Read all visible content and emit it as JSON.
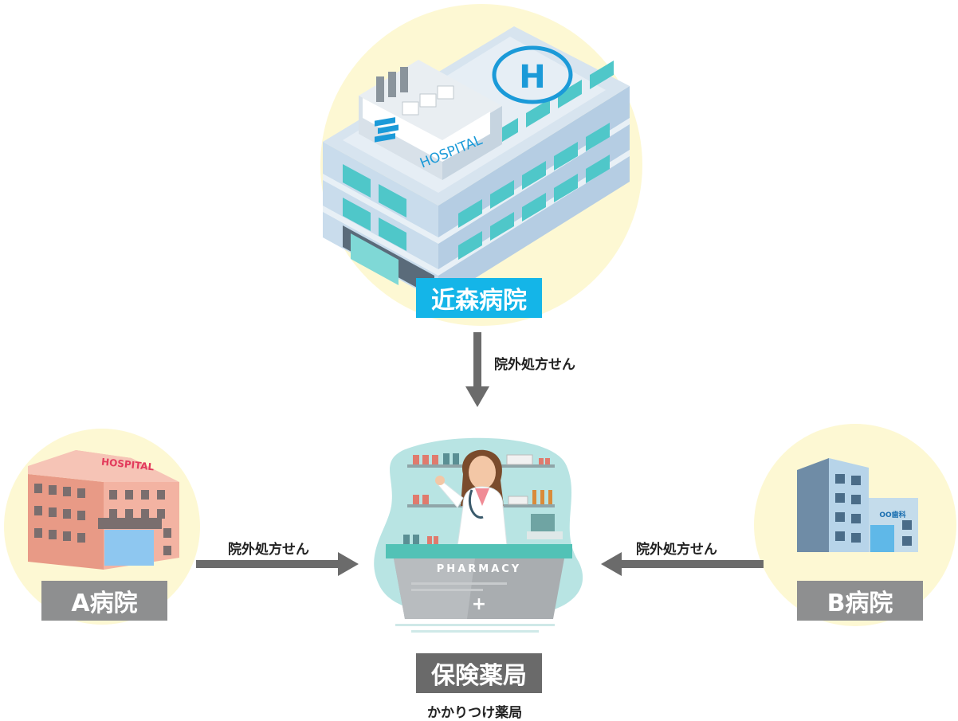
{
  "main_hospital": {
    "label": "近森病院",
    "sign": "HOSPITAL"
  },
  "hospital_a": {
    "label": "A病院",
    "sign": "HOSPITAL"
  },
  "hospital_b": {
    "label": "B病院",
    "sign": "OO歯科"
  },
  "pharmacy": {
    "label": "保険薬局",
    "sublabel": "かかりつけ薬局",
    "counter_sign": "PHARMACY",
    "counter_symbol": "+"
  },
  "arrows": {
    "top": "院外処方せん",
    "left": "院外処方せん",
    "right": "院外処方せん"
  },
  "colors": {
    "accent_blue": "#14b5e8",
    "label_gray": "#8e8f90",
    "label_dark": "#6a6a6a",
    "arrow": "#6b6b6b",
    "circle_bg": "#fdf8d3"
  }
}
